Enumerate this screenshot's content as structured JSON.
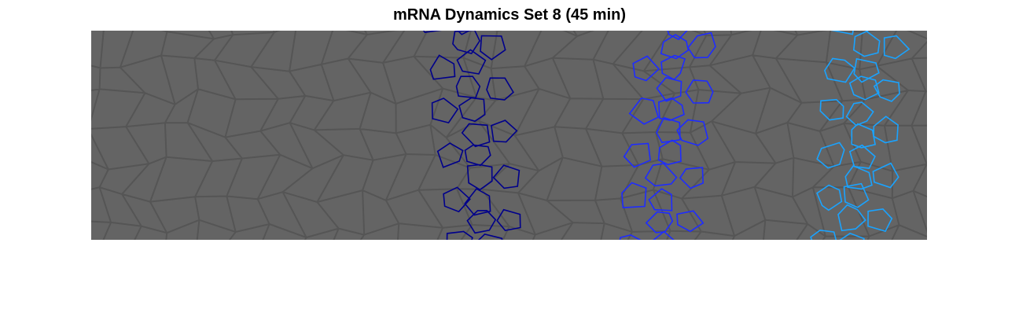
{
  "figure": {
    "title": "mRNA Dynamics Set 8 (45 min)"
  },
  "colors": {
    "background": "#646464",
    "cell_outline": "#555555",
    "stripe_1": "#00008b",
    "stripe_2": "#1e2cff",
    "stripe_3": "#1aa3ff"
  },
  "stripes": [
    {
      "name": "stripe-1",
      "color": "#00008b"
    },
    {
      "name": "stripe-2",
      "color": "#1e2cff"
    },
    {
      "name": "stripe-3",
      "color": "#1aa3ff"
    }
  ]
}
